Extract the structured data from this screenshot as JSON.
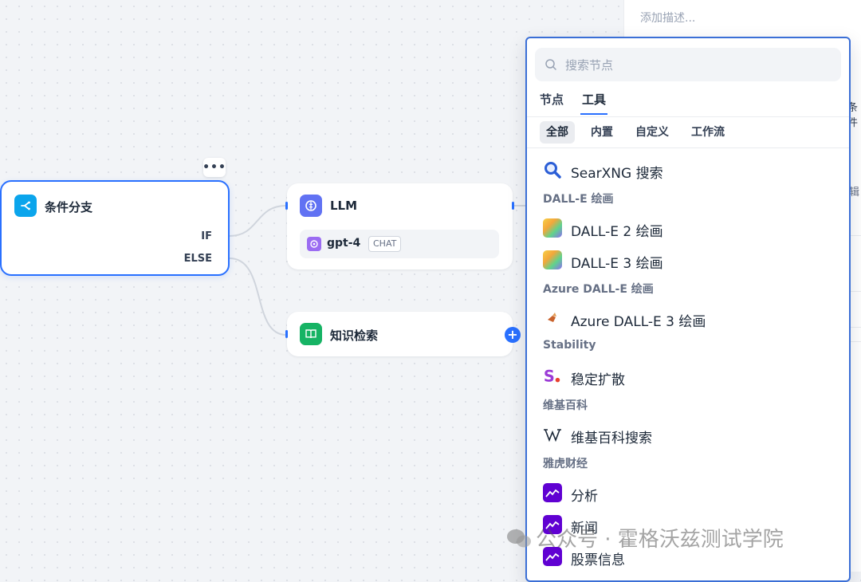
{
  "canvas": {
    "description_placeholder": "添加描述...",
    "right_partial_1": "条件",
    "right_partial_2": "辑"
  },
  "nodes": {
    "condition": {
      "title": "条件分支",
      "branches": [
        "IF",
        "ELSE"
      ],
      "more": "•••"
    },
    "llm": {
      "title": "LLM",
      "model": "gpt-4",
      "badge": "CHAT"
    },
    "knowledge": {
      "title": "知识检索"
    }
  },
  "popup": {
    "search_placeholder": "搜索节点",
    "tabs": [
      "节点",
      "工具"
    ],
    "active_tab": "工具",
    "sub_tabs": [
      "全部",
      "内置",
      "自定义",
      "工作流"
    ],
    "active_sub_tab": "全部",
    "items": [
      {
        "type": "tool",
        "label": "SearXNG 搜索",
        "icon": "magnifier-icon"
      },
      {
        "type": "group",
        "label": "DALL-E 绘画"
      },
      {
        "type": "tool",
        "label": "DALL-E 2 绘画",
        "icon": "dalle-icon"
      },
      {
        "type": "tool",
        "label": "DALL-E 3 绘画",
        "icon": "dalle-icon"
      },
      {
        "type": "group",
        "label": "Azure DALL-E 绘画"
      },
      {
        "type": "tool",
        "label": "Azure DALL-E 3 绘画",
        "icon": "azure-dalle-icon"
      },
      {
        "type": "group",
        "label": "Stability"
      },
      {
        "type": "tool",
        "label": "稳定扩散",
        "icon": "stability-icon"
      },
      {
        "type": "group",
        "label": "维基百科"
      },
      {
        "type": "tool",
        "label": "维基百科搜索",
        "icon": "wikipedia-icon"
      },
      {
        "type": "group",
        "label": "雅虎财经"
      },
      {
        "type": "tool",
        "label": "分析",
        "icon": "yahoo-icon"
      },
      {
        "type": "tool",
        "label": "新闻",
        "icon": "yahoo-icon"
      },
      {
        "type": "tool",
        "label": "股票信息",
        "icon": "yahoo-icon"
      }
    ]
  },
  "watermark": "公众号 · 霍格沃兹测试学院",
  "colors": {
    "accent": "#2970ff",
    "condition_icon": "#0ba5ec",
    "llm_icon": "#6172f3",
    "knowledge_icon": "#16b364",
    "yahoo": "#6001d2"
  }
}
